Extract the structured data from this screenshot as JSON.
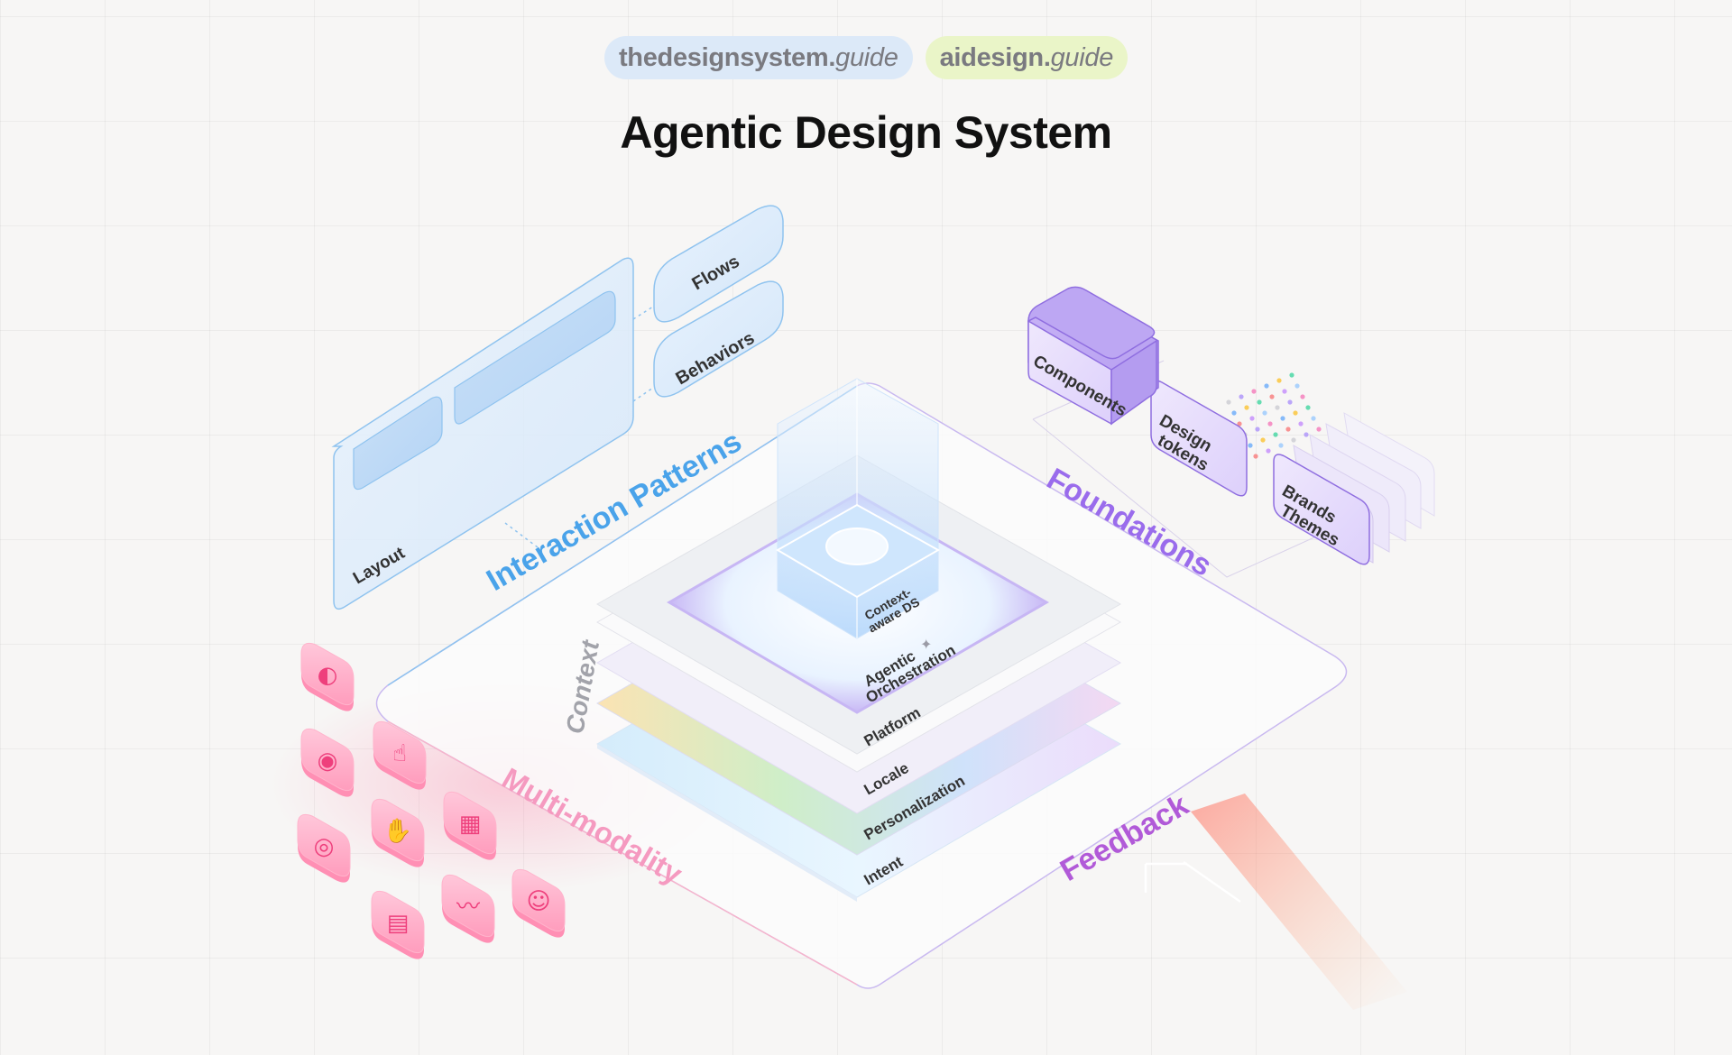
{
  "header": {
    "pills": [
      {
        "bold": "thedesignsystem.",
        "italic": "guide"
      },
      {
        "bold": "aidesign.",
        "italic": "guide"
      }
    ],
    "title": "Agentic Design System"
  },
  "labels": {
    "interaction_patterns": "Interaction Patterns",
    "foundations": "Foundations",
    "multi_modality": "Multi-modality",
    "feedback": "Feedback",
    "context": "Context"
  },
  "interaction_patterns": {
    "layout": "Layout",
    "flows": "Flows",
    "behaviors": "Behaviors"
  },
  "foundations": {
    "components": "Components",
    "design_tokens": [
      "Design",
      "tokens"
    ],
    "brands_themes": [
      "Brands",
      "Themes"
    ]
  },
  "stack": {
    "core": [
      "Context-",
      "aware DS"
    ],
    "orchestration": [
      "Agentic",
      "Orchestration"
    ],
    "layers": [
      "Platform",
      "Locale",
      "Personalization",
      "Intent"
    ]
  },
  "colors": {
    "blue": "#4aa3ea",
    "purple": "#9a6cec",
    "pink": "#f06aa0",
    "feedback": "#b15ad8",
    "component_purple": "#c9b6f7"
  },
  "modality_icons": [
    "chat-bubble-icon",
    "palette-icon",
    "touch-icon",
    "record-icon",
    "gesture-icon",
    "widgets-icon",
    "document-icon",
    "waveform-icon",
    "assistant-icon"
  ]
}
